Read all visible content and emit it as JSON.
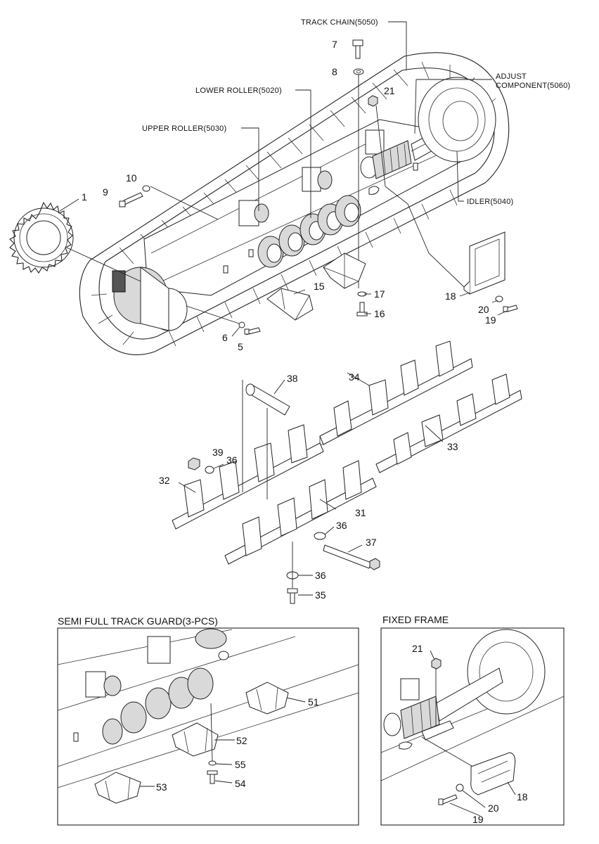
{
  "labels": {
    "track_chain": "TRACK CHAIN(5050)",
    "adjust_1": "ADJUST",
    "adjust_2": "COMPONENT(5060)",
    "lower_roller": "LOWER ROLLER(5020)",
    "upper_roller": "UPPER ROLLER(5030)",
    "idler": "IDLER(5040)"
  },
  "parts": {
    "p1": "1",
    "p5": "5",
    "p6": "6",
    "p7": "7",
    "p8": "8",
    "p9": "9",
    "p10": "10",
    "p15": "15",
    "p16": "16",
    "p17": "17",
    "p18": "18",
    "p19": "19",
    "p20": "20",
    "p21": "21",
    "p31": "31",
    "p32": "32",
    "p33": "33",
    "p34": "34",
    "p35": "35",
    "p36": "36",
    "p37": "37",
    "p38": "38",
    "p39": "39"
  },
  "inset_semi": {
    "title": "SEMI FULL TRACK GUARD(3-PCS)",
    "p51": "51",
    "p52": "52",
    "p53": "53",
    "p54": "54",
    "p55": "55"
  },
  "inset_fixed": {
    "title": "FIXED FRAME",
    "p18": "18",
    "p19": "19",
    "p20": "20",
    "p21": "21"
  },
  "colors": {
    "line": "#222222",
    "background": "#ffffff"
  }
}
